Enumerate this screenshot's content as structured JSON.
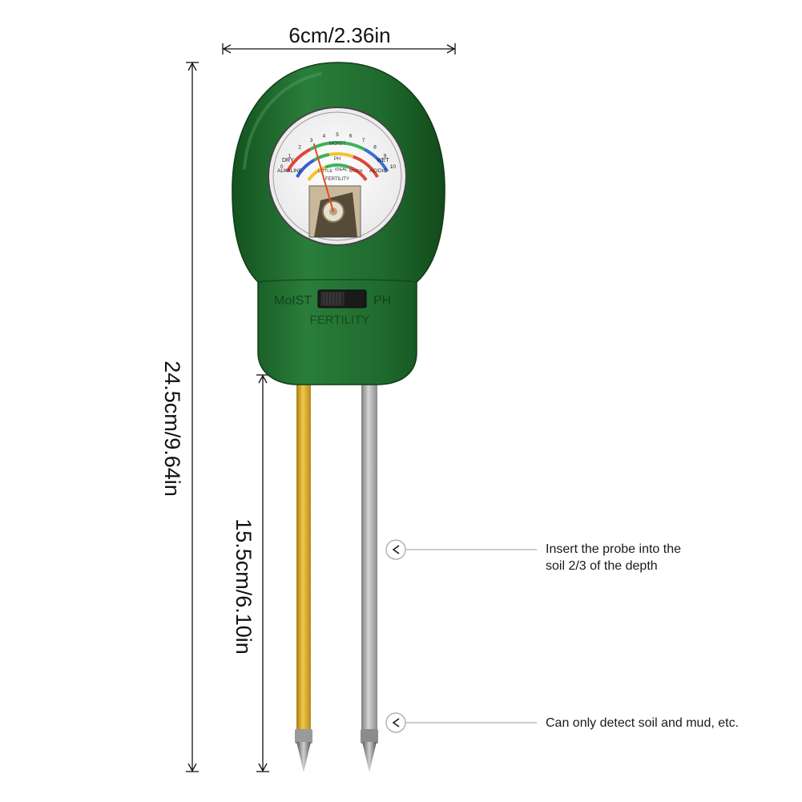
{
  "dimensions": {
    "width": "6cm/2.36in",
    "height": "24.5cm/9.64in",
    "probe_length": "15.5cm/6.10in"
  },
  "device": {
    "switch_labels": {
      "left": "MoIST",
      "right": "PH",
      "bottom": "FERTILITY"
    },
    "dial": {
      "scale_numbers": [
        "0",
        "1",
        "2",
        "3",
        "4",
        "5",
        "6",
        "7",
        "8",
        "9",
        "10"
      ],
      "moist_label": "MOIST",
      "dry_label": "DRY",
      "wet_label": "WET",
      "ph_label": "PH",
      "alkaline_label": "ALKALINE",
      "acidic_label": "ACIDIC",
      "fertility_label": "FERTILITY",
      "little_label": "LITTLE",
      "ideal_label": "IDEAL",
      "much_label": "MUCH"
    },
    "colors": {
      "body": "#1f6b2e",
      "gold_probe": "#d9a928",
      "silver_probe": "#a9a9a9"
    }
  },
  "annotations": [
    {
      "line1": "Insert the probe into the",
      "line2": "soil 2/3 of the depth"
    },
    {
      "line1": "Can only detect soil and mud, etc.",
      "line2": ""
    }
  ]
}
